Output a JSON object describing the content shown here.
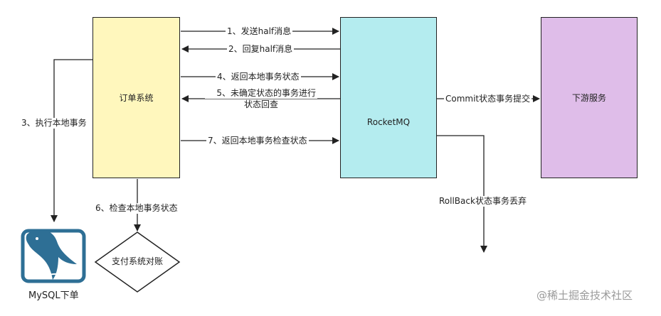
{
  "nodes": {
    "order_system": "订单系统",
    "rocketmq": "RocketMQ",
    "downstream": "下游服务",
    "payment_reconcile": "支付系统对账",
    "mysql": "MySQL下单"
  },
  "edges": {
    "step1": "1、发送half消息",
    "step2": "2、回复half消息",
    "step3": "3、执行本地事务",
    "step4": "4、返回本地事务状态",
    "step5_line1": "5、未确定状态的事务进行",
    "step5_line2": "状态回查",
    "step6": "6、检查本地事务状态",
    "step7": "7、返回本地事务检查状态",
    "commit": "Commit状态事务提交",
    "rollback": "RollBack状态事务丢弃"
  },
  "watermark": "@稀土掘金技术社区",
  "icons": {
    "rocket": "rocket-icon",
    "mysql": "mysql-dolphin-icon"
  },
  "colors": {
    "order_fill": "#fff7bd",
    "mq_fill": "#b4ecef",
    "downstream_fill": "#dfbde9",
    "mysql_blue": "#2e6f95"
  }
}
